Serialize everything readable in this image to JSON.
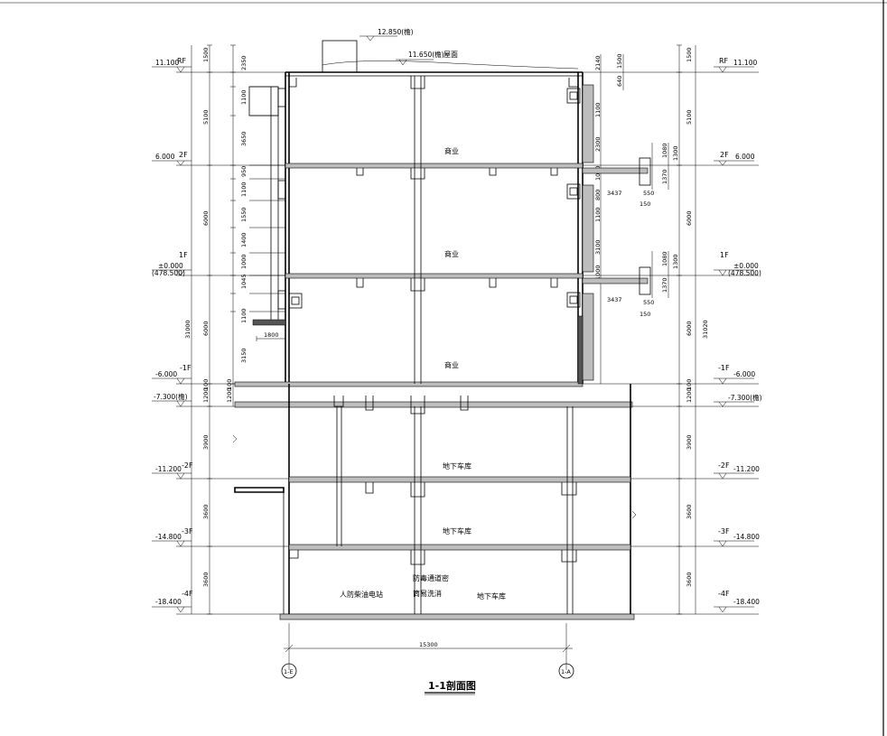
{
  "drawing": {
    "title": "1-1剖面图",
    "rooms": {
      "f1_upper": "商业",
      "f1_middle": "商业",
      "f1_lower": "商业",
      "b2_garage": "地下车库",
      "b3_garage": "地下车库",
      "b4_generator": "人防柴油电站",
      "b4_decon_1": "防毒通道密",
      "b4_decon_2": "筒易洗消",
      "b4_garage": "地下车库"
    },
    "top_elevation": "12.850(檐)",
    "roof_elevation": "11.650(檐)",
    "roof_label": "屋面",
    "width_dim": "15300",
    "axis_left": "1-E",
    "axis_right": "1-A",
    "left_total_dim": "31000",
    "right_total_dim": "31020",
    "levels_left": [
      {
        "elev": "11.100",
        "tag": "RF"
      },
      {
        "elev": "6.000",
        "tag": "2F"
      },
      {
        "elev": "±0.000",
        "tag": "1F",
        "sub": "(478.500)"
      },
      {
        "elev": "-6.000",
        "tag": "-1F"
      },
      {
        "elev": "-7.300(檐)",
        "tag": ""
      },
      {
        "elev": "-11.200",
        "tag": "-2F"
      },
      {
        "elev": "-14.800",
        "tag": "-3F"
      },
      {
        "elev": "-18.400",
        "tag": "-4F"
      }
    ],
    "levels_right": [
      {
        "elev": "11.100",
        "tag": "RF"
      },
      {
        "elev": "6.000",
        "tag": "2F"
      },
      {
        "elev": "±0.000",
        "tag": "1F",
        "sub": "(478.500)"
      },
      {
        "elev": "-6.000",
        "tag": "-1F"
      },
      {
        "elev": "-7.300(檐)",
        "tag": ""
      },
      {
        "elev": "-11.200",
        "tag": "-2F"
      },
      {
        "elev": "-14.800",
        "tag": "-3F"
      },
      {
        "elev": "-18.400",
        "tag": "-4F"
      }
    ],
    "dims_outer": [
      "1500",
      "5100",
      "6000",
      "6000",
      "1200",
      "3900",
      "3600",
      "3600"
    ],
    "dims_outer_b": [
      "100",
      "100"
    ],
    "dims_left_inner": [
      "2350",
      "1100",
      "3650",
      "950",
      "1100",
      "1550",
      "1400",
      "1000",
      "1045",
      "1100",
      "3150",
      "1200",
      "100"
    ],
    "dims_right_inner": [
      "2140",
      "1500",
      "640",
      "1100",
      "2300",
      "1000",
      "800",
      "1100",
      "3100",
      "1000"
    ],
    "side_dims": [
      "1080",
      "1300",
      "1370",
      "550",
      "150",
      "3437"
    ],
    "canopy_dim": "1800"
  }
}
